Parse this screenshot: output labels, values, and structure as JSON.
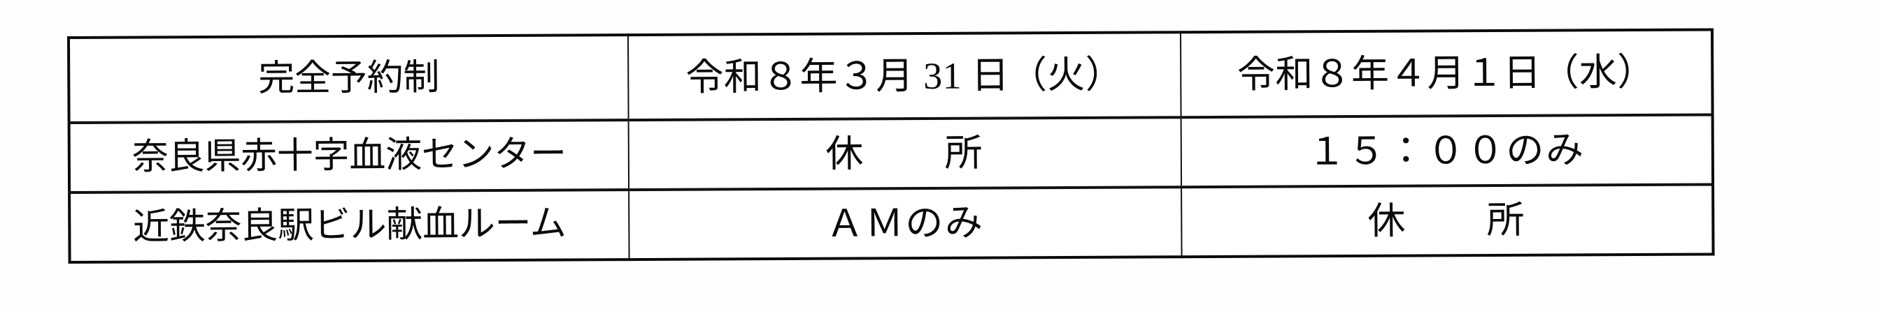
{
  "document": {
    "kind": "scanned-table",
    "background_color": "#ffffff",
    "ink_color": "#0b0b0b",
    "border_color": "#111111"
  },
  "table": {
    "columns": [
      {
        "key": "facility",
        "header": "完全予約制"
      },
      {
        "key": "day1",
        "header": "令和８年３月 31 日（火）"
      },
      {
        "key": "day2",
        "header": "令和８年４月１日（水）"
      }
    ],
    "header": {
      "col_0": "完全予約制",
      "col_1": "令和８年３月 31 日（火）",
      "col_2": "令和８年４月１日（水）"
    },
    "rows": [
      {
        "facility": "奈良県赤十字血液センター",
        "day1": "休　　所",
        "day2": "１５：００のみ"
      },
      {
        "facility": "近鉄奈良駅ビル献血ルーム",
        "day1": "ＡＭのみ",
        "day2": "休　　所"
      }
    ]
  }
}
